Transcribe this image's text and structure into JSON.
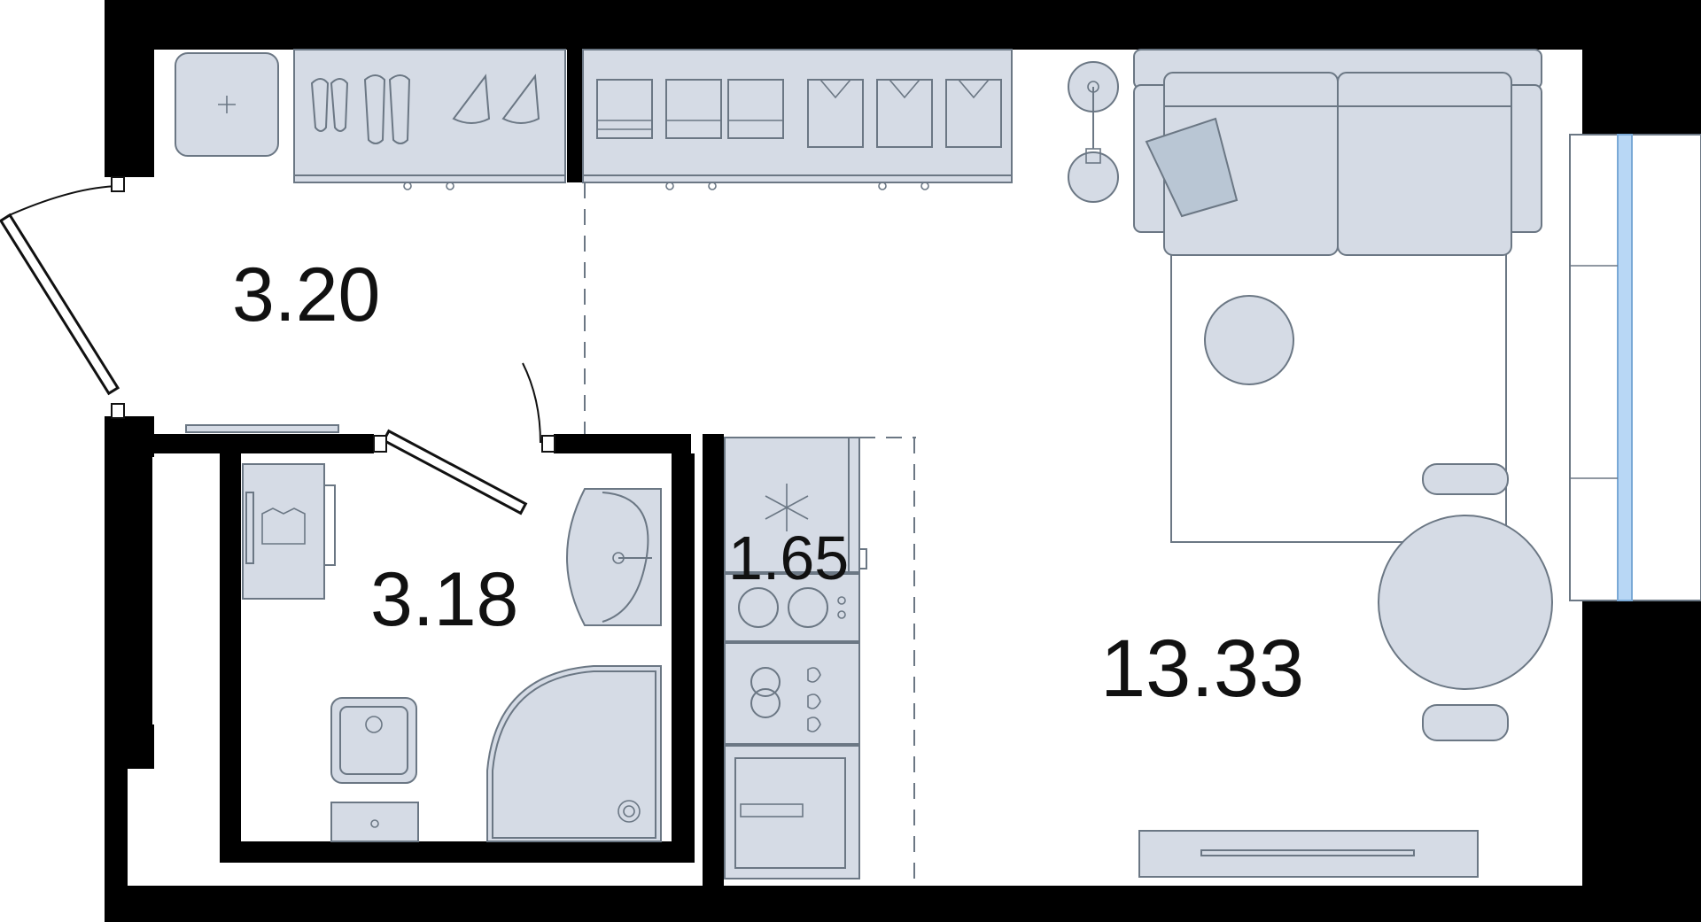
{
  "plan": {
    "colors": {
      "wall": "#000000",
      "furniture_fill": "#d5dbe5",
      "furniture_stroke": "#6b7784",
      "window_glass": "#b8d7f5",
      "background": "#ffffff"
    },
    "rooms": [
      {
        "id": "hallway",
        "area": "3.20"
      },
      {
        "id": "bathroom",
        "area": "3.18"
      },
      {
        "id": "kitchen",
        "area": "1.65"
      },
      {
        "id": "living",
        "area": "13.33"
      }
    ],
    "icons": [
      "wardrobe-icon",
      "shoes-icon",
      "hanger-icon",
      "folded-clothes-icon",
      "shirt-icon",
      "sofa-icon",
      "floor-lamp-icon",
      "pillow-icon",
      "coffee-table-icon",
      "rug-icon",
      "dining-table-icon",
      "chair-icon",
      "tv-icon",
      "washing-machine-icon",
      "sink-icon",
      "toilet-icon",
      "shower-icon",
      "fridge-icon",
      "snowflake-icon",
      "cooktop-icon",
      "oven-icon",
      "kitchen-sink-icon",
      "door-icon",
      "window-icon"
    ]
  }
}
